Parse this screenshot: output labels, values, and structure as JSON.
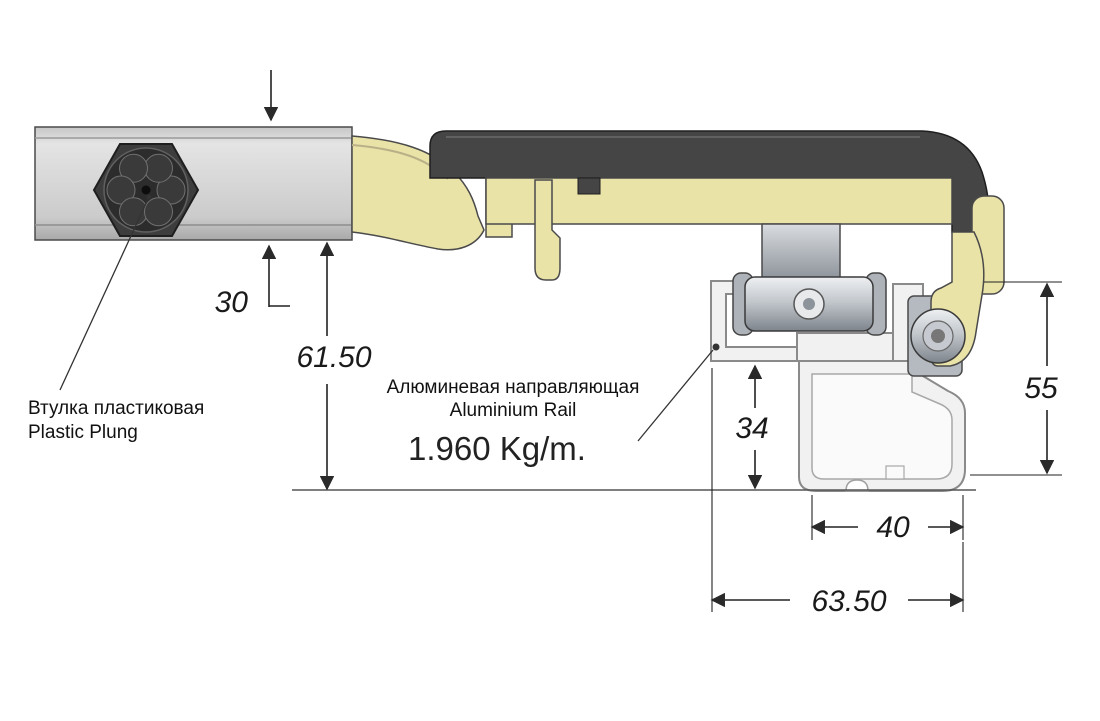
{
  "page": {
    "title": "Aluminium rail carriage cross-section drawing",
    "background": "#ffffff"
  },
  "labels": {
    "plug": {
      "ru": "Втулка пластиковая",
      "en": "Plastic Plung"
    },
    "rail": {
      "ru": "Алюминевая направляющая",
      "en": "Aluminium Rail",
      "weight": "1.960 Kg/m."
    }
  },
  "dimensions": {
    "plug_depth": "30",
    "overall_height": "61.50",
    "channel_height": "34",
    "rail_height": "55",
    "slot_width": "40",
    "rail_width": "63.50"
  },
  "colors": {
    "metal_light": "#d2d2d2",
    "brass": "#eae3a8",
    "dark_metal": "#454545",
    "outline": "#4a4a4a",
    "rail_fill": "#f1f1f1",
    "rail_stroke": "#8a8a8a",
    "dim_color": "#222222",
    "bg": "#ffffff"
  }
}
